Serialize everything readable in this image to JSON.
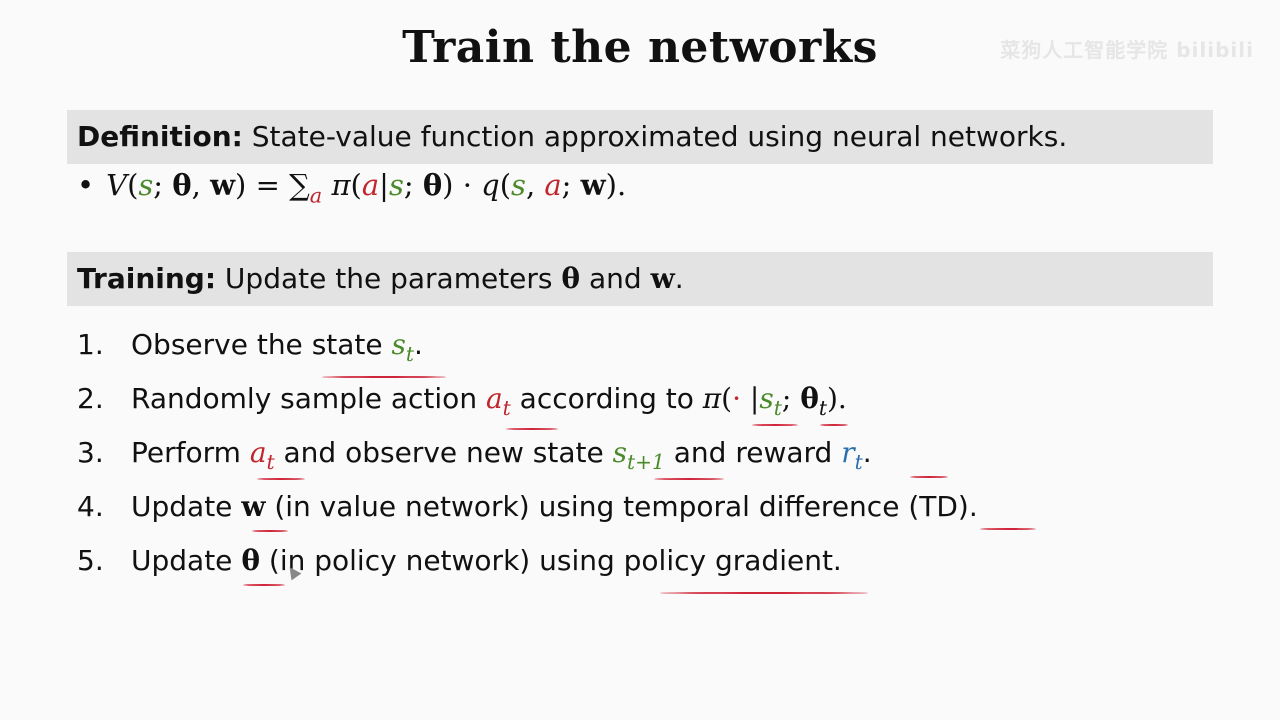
{
  "title": "Train the networks",
  "watermark": "菜狗人工智能学院  bilibili",
  "definition": {
    "label": "Definition:",
    "text": " State-value function approximated using neural networks."
  },
  "formula": {
    "bullet": "•"
  },
  "training": {
    "label": "Training:",
    "text_before": " Update the parameters ",
    "theta": "θ",
    "and": " and ",
    "w": "w",
    "period": "."
  },
  "steps": [
    {
      "num": "1."
    },
    {
      "num": "2."
    },
    {
      "num": "3."
    },
    {
      "num": "4."
    },
    {
      "num": "5."
    }
  ],
  "step_text": {
    "s1_a": "Observe the state ",
    "s2_a": "Randomly sample action ",
    "s2_b": " according to ",
    "s3_a": "Perform ",
    "s3_b": " and observe new state ",
    "s3_c": " and reward ",
    "s4_a": "Update ",
    "s4_b": " (in value network) using temporal difference (TD).",
    "s5_a": "Update ",
    "s5_b": " (in policy network) using policy gradient."
  },
  "colors": {
    "state_green": "#4a8a2a",
    "action_red": "#c0262c",
    "reward_blue": "#2a6fb0",
    "band_gray": "#e3e3e3",
    "underline_red": "#d0263a"
  }
}
